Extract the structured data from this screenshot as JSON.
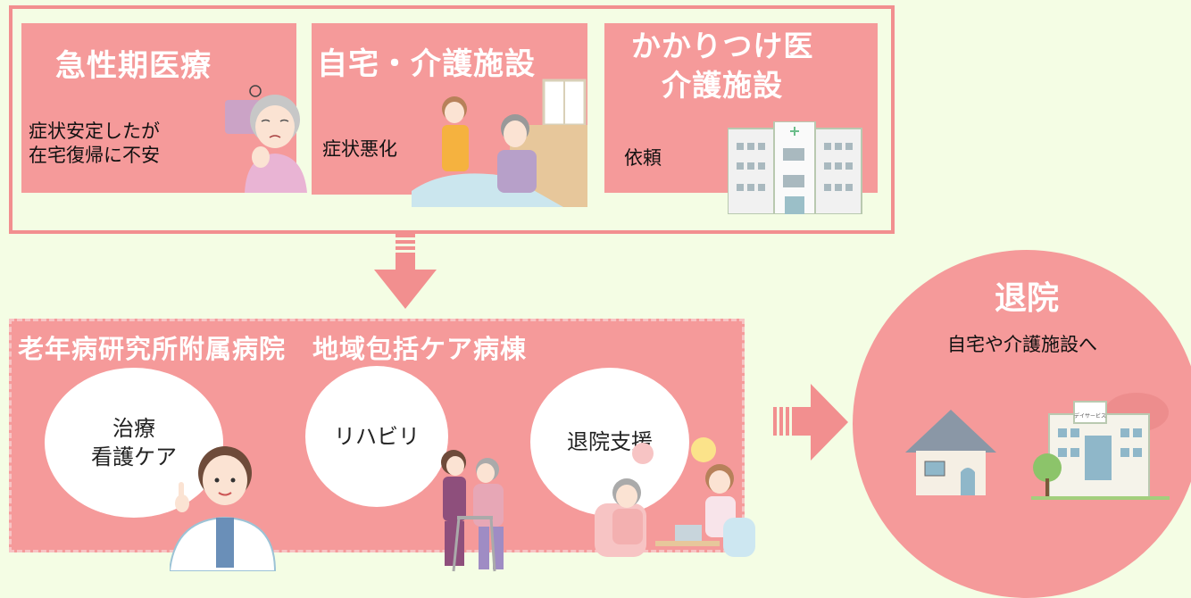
{
  "top": {
    "cards": [
      {
        "title": "急性期医療",
        "text": "症状安定したが\n在宅復帰に不安"
      },
      {
        "title": "自宅・介護施設",
        "text": "症状悪化"
      },
      {
        "title": "かかりつけ医\n介護施設",
        "text": "依頼"
      }
    ]
  },
  "ward": {
    "title": "老年病研究所附属病院　地域包括ケア病棟",
    "bubbles": [
      "治療\n看護ケア",
      "リハビリ",
      "退院支援"
    ]
  },
  "discharge": {
    "title": "退院",
    "subtitle": "自宅や介護施設へ",
    "facility_sign": "デイサービス"
  },
  "colors": {
    "background": "#f4fde4",
    "accent": "#f59a9a",
    "frame": "#f28f8f"
  }
}
